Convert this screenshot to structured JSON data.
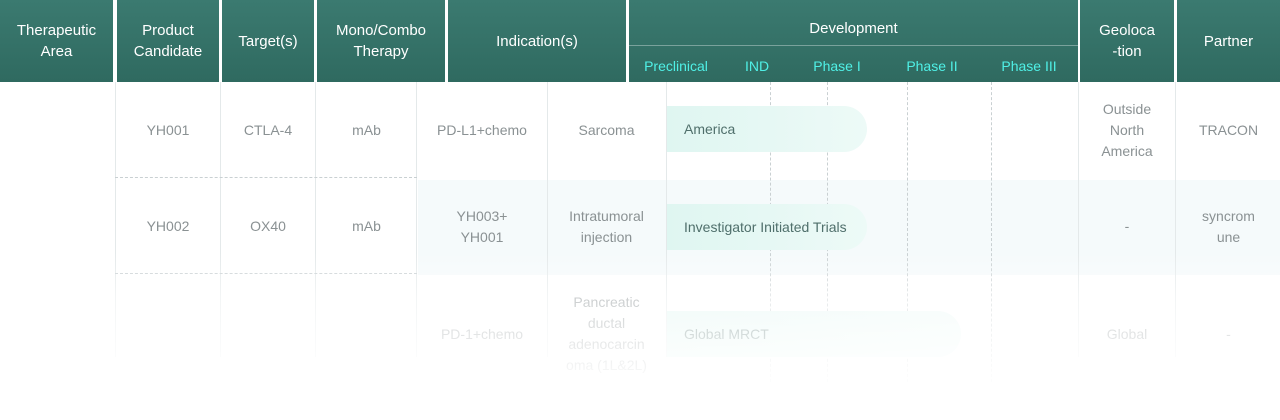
{
  "header": {
    "therapeutic_area": "Therapeutic\nArea",
    "product_candidate": "Product\nCandidate",
    "targets": "Target(s)",
    "mono_combo": "Mono/Combo\nTherapy",
    "indications": "Indication(s)",
    "development": "Development",
    "phases": [
      "Preclinical",
      "IND",
      "Phase I",
      "Phase II",
      "Phase III"
    ],
    "geolocation": "Geoloca\n-tion",
    "partner": "Partner"
  },
  "rows": [
    {
      "product": "YH001",
      "target": "CTLA-4",
      "therapy": "mAb",
      "combo": "PD-L1+chemo",
      "indication": "Sarcoma",
      "trial": "America",
      "progress_stage": "Phase I",
      "geolocation": "Outside\nNorth\nAmerica",
      "partner": "TRACON"
    },
    {
      "product": "YH002",
      "target": "OX40",
      "therapy": "mAb",
      "combo": "YH003+\nYH001",
      "indication": "Intratumoral\ninjection",
      "trial": "Investigator Initiated Trials",
      "progress_stage": "Phase I",
      "geolocation": "-",
      "partner": "syncrom\nune"
    },
    {
      "product": "",
      "target": "",
      "therapy": "",
      "combo": "PD-1+chemo",
      "indication": "Pancreatic\nductal\nadenocarcin\noma (1L&2L)",
      "trial": "Global MRCT",
      "progress_stage": "Phase II",
      "geolocation": "Global",
      "partner": "-"
    }
  ],
  "colors": {
    "header_bg": "#2f6a60",
    "phase_text": "#4ff0e6",
    "pill_bg": "#dff6f1"
  }
}
